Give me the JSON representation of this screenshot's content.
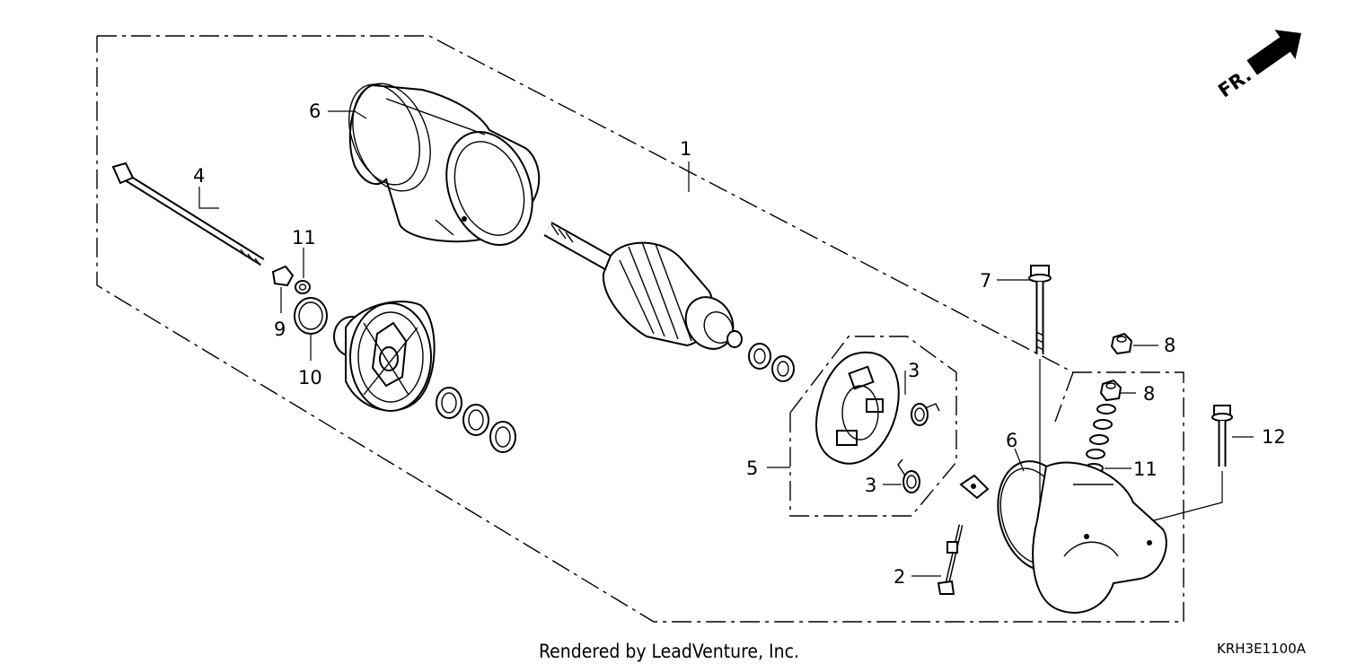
{
  "callouts": {
    "c1": "1",
    "c2": "2",
    "c3a": "3",
    "c3b": "3",
    "c4": "4",
    "c5": "5",
    "c6a": "6",
    "c6b": "6",
    "c7": "7",
    "c8a": "8",
    "c8b": "8",
    "c9": "9",
    "c10": "10",
    "c11a": "11",
    "c11b": "11",
    "c12": "12"
  },
  "direction_marker": "FR.",
  "footer_text": "Rendered by LeadVenture, Inc.",
  "diagram_code": "KRH3E1100A"
}
